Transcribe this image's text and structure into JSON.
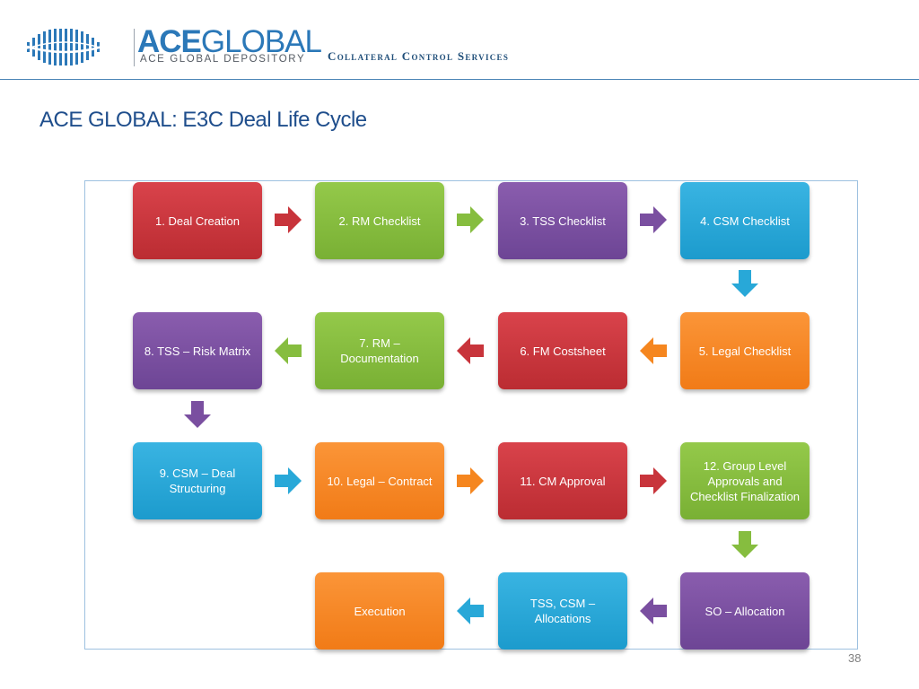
{
  "header": {
    "logo_primary": "ACE",
    "logo_secondary": "GLOBAL",
    "logo_subtitle": "ACE GLOBAL DEPOSITORY",
    "tagline": "Collateral Control Services"
  },
  "title": "ACE GLOBAL: E3C Deal Life Cycle",
  "colors": {
    "red": "#c8343b",
    "green": "#86bd3f",
    "purple": "#7a4fa0",
    "blue": "#28a8d8",
    "orange": "#f5861f",
    "title": "#1f4e8c"
  },
  "steps": [
    {
      "label": "1. Deal Creation",
      "color": "red"
    },
    {
      "label": "2. RM Checklist",
      "color": "green"
    },
    {
      "label": "3. TSS Checklist",
      "color": "purple"
    },
    {
      "label": "4. CSM Checklist",
      "color": "blue"
    },
    {
      "label": "5. Legal Checklist",
      "color": "orange"
    },
    {
      "label": "6. FM Costsheet",
      "color": "red"
    },
    {
      "label": "7. RM – Documentation",
      "color": "green"
    },
    {
      "label": "8. TSS – Risk Matrix",
      "color": "purple"
    },
    {
      "label": "9. CSM – Deal Structuring",
      "color": "blue"
    },
    {
      "label": "10. Legal – Contract",
      "color": "orange"
    },
    {
      "label": "11. CM Approval",
      "color": "red"
    },
    {
      "label": "12. Group Level Approvals and Checklist Finalization",
      "color": "green"
    },
    {
      "label": "SO – Allocation",
      "color": "purple"
    },
    {
      "label": "TSS, CSM – Allocations",
      "color": "blue"
    },
    {
      "label": "Execution",
      "color": "orange"
    }
  ],
  "page_number": "38"
}
